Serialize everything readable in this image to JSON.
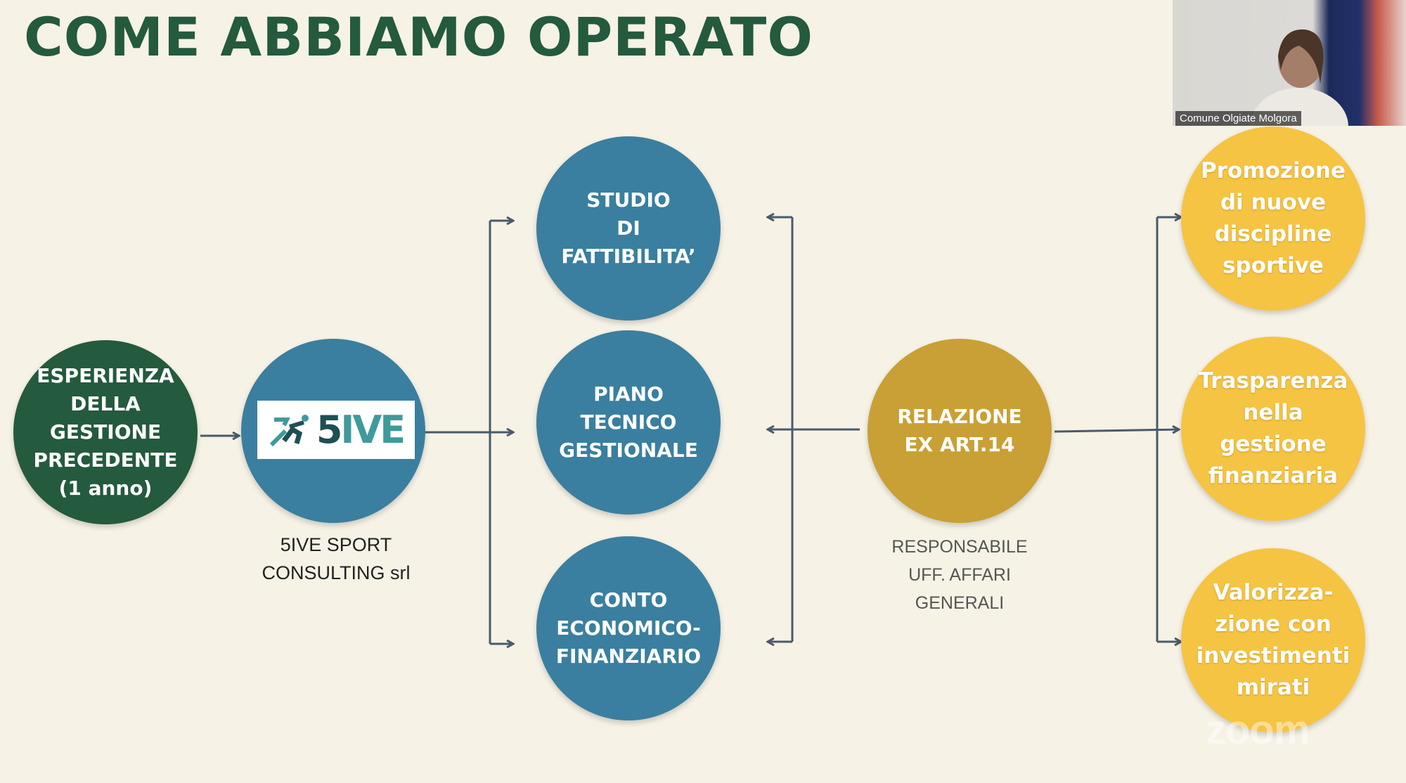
{
  "slide": {
    "title": "COME ABBIAMO OPERATO",
    "start": {
      "lines": [
        "ESPERIENZA",
        "DELLA",
        "GESTIONE",
        "PRECEDENTE",
        "(1 anno)"
      ]
    },
    "consultant": {
      "logo_text_number": "5",
      "logo_text_rest": "IVE",
      "caption": [
        "5IVE SPORT",
        "CONSULTING srl"
      ]
    },
    "outputs": [
      {
        "lines": [
          "STUDIO",
          "DI",
          "FATTIBILITA’"
        ]
      },
      {
        "lines": [
          "PIANO",
          "TECNICO",
          "GESTIONALE"
        ]
      },
      {
        "lines": [
          "CONTO",
          "ECONOMICO-",
          "FINANZIARIO"
        ]
      }
    ],
    "report": {
      "lines": [
        "RELAZIONE",
        "EX ART.14"
      ],
      "caption": [
        "RESPONSABILE",
        "UFF. AFFARI",
        "GENERALI"
      ]
    },
    "goals": [
      {
        "lines": [
          "Promozione",
          "di nuove",
          "discipline",
          "sportive"
        ]
      },
      {
        "lines": [
          "Trasparenza",
          "nella",
          "gestione",
          "finanziaria"
        ]
      },
      {
        "lines": [
          "Valorizza-",
          "zione con",
          "investimenti",
          "mirati"
        ]
      }
    ]
  },
  "video": {
    "participant_name": "Comune Olgiate Molgora"
  },
  "watermark": "zoom",
  "colors": {
    "title": "#245a3e",
    "green": "#245a3d",
    "blue": "#3a7f9f",
    "gold": "#c9a035",
    "yellow": "#f6c443"
  }
}
